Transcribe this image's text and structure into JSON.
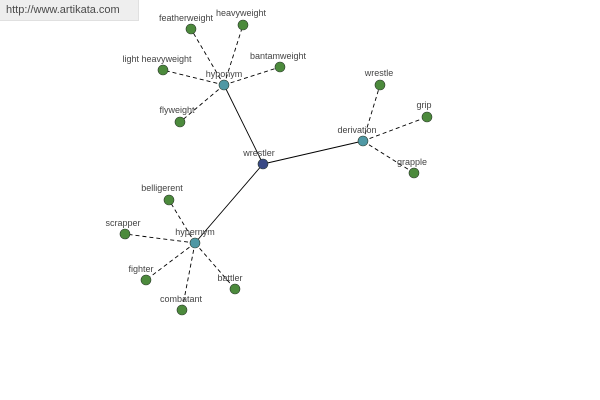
{
  "watermark": {
    "url": "http://www.artikata.com"
  },
  "colors": {
    "center_node": "#3a4a86",
    "hub_node": "#4f98a4",
    "leaf_node": "#4c8a3c",
    "edge": "#000000",
    "label": "#444444"
  },
  "graph": {
    "center": {
      "label": "wrestler"
    },
    "hubs": [
      {
        "id": "hyponym",
        "label": "hyponym"
      },
      {
        "id": "derivation",
        "label": "derivation"
      },
      {
        "id": "hypernym",
        "label": "hypernym"
      }
    ],
    "leaves": [
      {
        "id": "featherweight",
        "hub": "hyponym",
        "label": "featherweight"
      },
      {
        "id": "heavyweight",
        "hub": "hyponym",
        "label": "heavyweight"
      },
      {
        "id": "bantamweight",
        "hub": "hyponym",
        "label": "bantamweight"
      },
      {
        "id": "light-heavyweight",
        "hub": "hyponym",
        "label": "light heavyweight"
      },
      {
        "id": "flyweight",
        "hub": "hyponym",
        "label": "flyweight"
      },
      {
        "id": "wrestle",
        "hub": "derivation",
        "label": "wrestle"
      },
      {
        "id": "grip",
        "hub": "derivation",
        "label": "grip"
      },
      {
        "id": "grapple",
        "hub": "derivation",
        "label": "grapple"
      },
      {
        "id": "belligerent",
        "hub": "hypernym",
        "label": "belligerent"
      },
      {
        "id": "scrapper",
        "hub": "hypernym",
        "label": "scrapper"
      },
      {
        "id": "fighter",
        "hub": "hypernym",
        "label": "fighter"
      },
      {
        "id": "combatant",
        "hub": "hypernym",
        "label": "combatant"
      },
      {
        "id": "battler",
        "hub": "hypernym",
        "label": "battler"
      }
    ]
  }
}
